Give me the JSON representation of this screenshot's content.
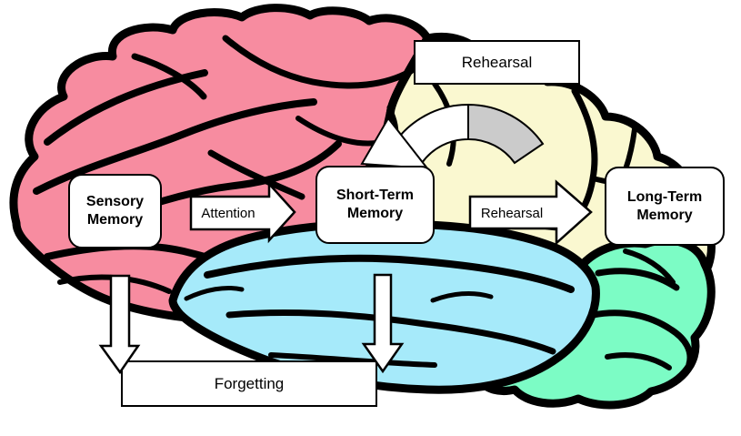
{
  "diagram": {
    "stages": {
      "sensory": "Sensory Memory",
      "short_term": "Short-Term Memory",
      "long_term": "Long-Term Memory"
    },
    "processes": {
      "attention": "Attention",
      "rehearsal_top": "Rehearsal",
      "rehearsal_side": "Rehearsal",
      "forgetting": "Forgetting"
    }
  },
  "colors": {
    "frontal_pink": "#F78CA0",
    "parietal_cream": "#FAF8D0",
    "temporal_blue": "#A6EAFA",
    "occipital_green": "#7CFCC5",
    "rehearsal_loop_gray": "#CBCBCB",
    "outline": "#000000",
    "label_fill": "#FFFFFF"
  }
}
